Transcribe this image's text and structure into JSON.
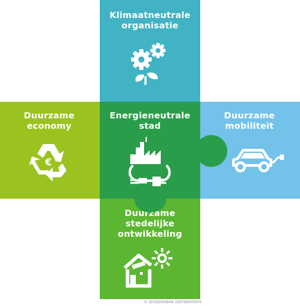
{
  "panels": {
    "top": {
      "title": "Klimaatneutrale\norganisatie",
      "color": "#41b3c4"
    },
    "left": {
      "title": "Duurzame\neconomy",
      "color": "#9bc31f"
    },
    "center": {
      "title": "Energieneutrale\nstad",
      "color": "#2a9d4a"
    },
    "right": {
      "title": "Duurzame\nmobiliteit",
      "color": "#73c2ea"
    },
    "bottom": {
      "title": "Duurzame\nstedelijke\nontwikkeling",
      "color": "#5cb631"
    }
  },
  "icons": {
    "top": "gears-with-plant-icon",
    "left": "recycle-euro-icon",
    "center": "factory-plug-icon",
    "right": "electric-car-icon",
    "bottom": "house-sun-icon"
  },
  "credit": "© WONDERBAR ONTWERPERS"
}
